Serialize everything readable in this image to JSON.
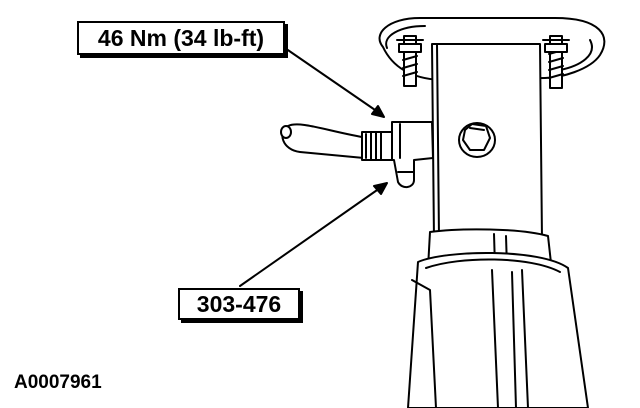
{
  "callouts": {
    "torque": "46 Nm (34 lb-ft)",
    "tool": "303-476"
  },
  "figure_id": "A0007961",
  "colors": {
    "line": "#000000",
    "fill": "#ffffff"
  }
}
